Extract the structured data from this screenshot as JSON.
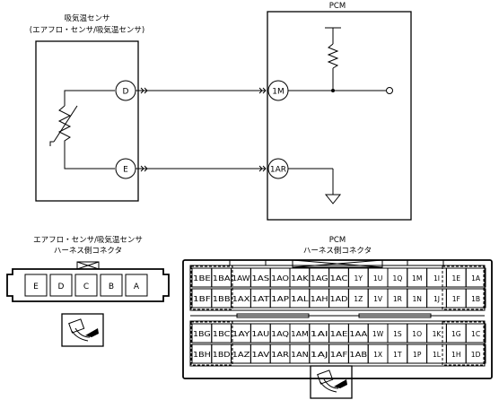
{
  "sensor": {
    "title": "吸気温センサ",
    "subtitle": "(エアフロ・センサ/吸気温センサ)",
    "pin_d": "D",
    "pin_e": "E"
  },
  "pcm": {
    "title": "PCM",
    "pin_1m": "1M",
    "pin_1ar": "1AR"
  },
  "sensor_connector": {
    "title_line1": "エアフロ・センサ/吸気温センサ",
    "title_line2": "ハーネス側コネクタ",
    "pins": [
      "E",
      "D",
      "C",
      "B",
      "A"
    ]
  },
  "pcm_connector": {
    "title_line1": "PCM",
    "title_line2": "ハーネス側コネクタ",
    "rows": [
      [
        "1BE",
        "1BA",
        "1AW",
        "1AS",
        "1AO",
        "1AK",
        "1AG",
        "1AC",
        "1Y",
        "1U",
        "1Q",
        "1M",
        "1I",
        "1E",
        "1A"
      ],
      [
        "1BF",
        "1BB",
        "1AX",
        "1AT",
        "1AP",
        "1AL",
        "1AH",
        "1AD",
        "1Z",
        "1V",
        "1R",
        "1N",
        "1J",
        "1F",
        "1B"
      ],
      [
        "1BG",
        "1BC",
        "1AY",
        "1AU",
        "1AQ",
        "1AM",
        "1AI",
        "1AE",
        "1AA",
        "1W",
        "1S",
        "1O",
        "1K",
        "1G",
        "1C"
      ],
      [
        "1BH",
        "1BD",
        "1AZ",
        "1AV",
        "1AR",
        "1AN",
        "1AJ",
        "1AF",
        "1AB",
        "1X",
        "1T",
        "1P",
        "1L",
        "1H",
        "1D"
      ]
    ]
  }
}
